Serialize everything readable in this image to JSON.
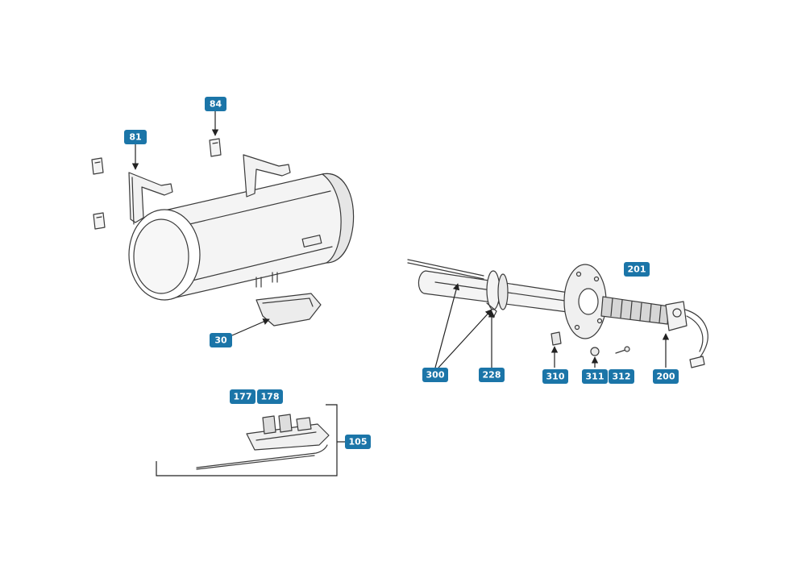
{
  "colors": {
    "callout_fill": "#1b75a8",
    "callout_text": "#ffffff",
    "line": "#3a3a3a",
    "part_fill": "#f4f4f4",
    "part_shade": "#dcdcdc"
  },
  "callouts": {
    "c84": "84",
    "c81": "81",
    "c30": "30",
    "c201": "201",
    "c300": "300",
    "c228": "228",
    "c310": "310",
    "c311": "311",
    "c312": "312",
    "c200": "200",
    "c177": "177",
    "c178": "178",
    "c105": "105"
  }
}
